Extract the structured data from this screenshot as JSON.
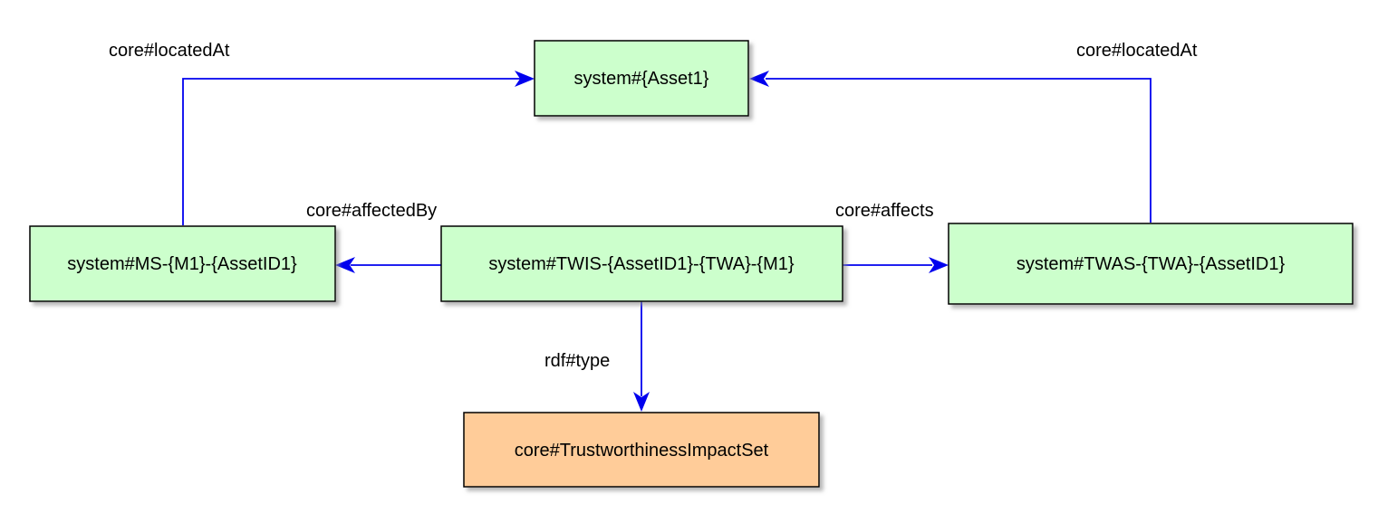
{
  "nodes": {
    "asset": {
      "label": "system#{Asset1}",
      "fill": "#ccffcc"
    },
    "ms": {
      "label": "system#MS-{M1}-{AssetID1}",
      "fill": "#ccffcc"
    },
    "twis": {
      "label": "system#TWIS-{AssetID1}-{TWA}-{M1}",
      "fill": "#ccffcc"
    },
    "twas": {
      "label": "system#TWAS-{TWA}-{AssetID1}",
      "fill": "#ccffcc"
    },
    "tis": {
      "label": "core#TrustworthinessImpactSet",
      "fill": "#ffcc99"
    }
  },
  "edges": {
    "ms_located_at": {
      "label": "core#locatedAt",
      "from": "ms",
      "to": "asset"
    },
    "twas_located_at": {
      "label": "core#locatedAt",
      "from": "twas",
      "to": "asset"
    },
    "twis_affected_by": {
      "label": "core#affectedBy",
      "from": "twis",
      "to": "ms"
    },
    "twis_affects": {
      "label": "core#affects",
      "from": "twis",
      "to": "twas"
    },
    "twis_type": {
      "label": "rdf#type",
      "from": "twis",
      "to": "tis"
    }
  },
  "colors": {
    "edge": "#0000ee",
    "border": "#000000",
    "shadow": "#999999"
  }
}
